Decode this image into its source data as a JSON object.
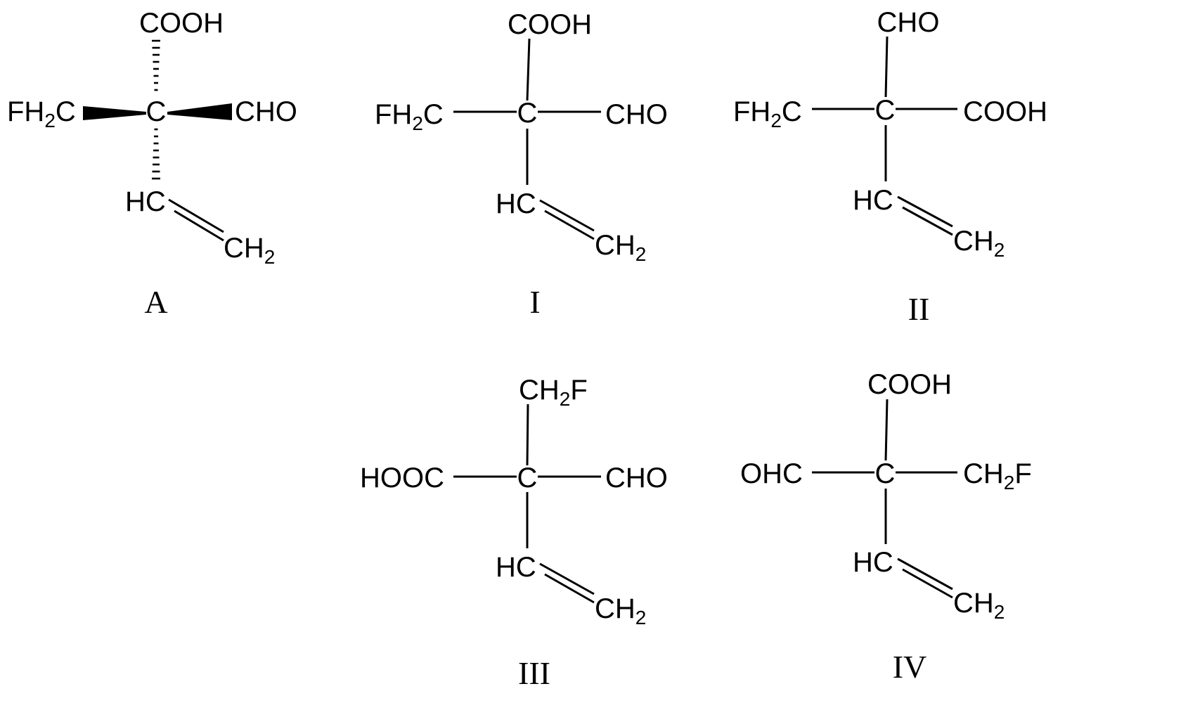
{
  "molecules": [
    {
      "caption": "A",
      "center": "C",
      "top": {
        "main": "COOH"
      },
      "left": {
        "main": "FH",
        "sub": "2",
        "tail": "C"
      },
      "right": {
        "main": "CHO"
      },
      "vinyl_ch": "HC",
      "vinyl_ch2": {
        "main": "CH",
        "sub": "2"
      },
      "stereo": "wedge-dash"
    },
    {
      "caption": "I",
      "center": "C",
      "top": {
        "main": "COOH"
      },
      "left": {
        "main": "FH",
        "sub": "2",
        "tail": "C"
      },
      "right": {
        "main": "CHO"
      },
      "vinyl_ch": "HC",
      "vinyl_ch2": {
        "main": "CH",
        "sub": "2"
      },
      "stereo": "plain"
    },
    {
      "caption": "II",
      "center": "C",
      "top": {
        "main": "CHO"
      },
      "left": {
        "main": "FH",
        "sub": "2",
        "tail": "C"
      },
      "right": {
        "main": "COOH"
      },
      "vinyl_ch": "HC",
      "vinyl_ch2": {
        "main": "CH",
        "sub": "2"
      },
      "stereo": "plain"
    },
    {
      "caption": "III",
      "center": "C",
      "top": {
        "main": "CH",
        "sub": "2",
        "tail": "F"
      },
      "left": {
        "main": "HOOC"
      },
      "right": {
        "main": "CHO"
      },
      "vinyl_ch": "HC",
      "vinyl_ch2": {
        "main": "CH",
        "sub": "2"
      },
      "stereo": "plain"
    },
    {
      "caption": "IV",
      "center": "C",
      "top": {
        "main": "COOH"
      },
      "left": {
        "main": "OHC"
      },
      "right": {
        "main": "CH",
        "sub": "2",
        "tail": "F"
      },
      "vinyl_ch": "HC",
      "vinyl_ch2": {
        "main": "CH",
        "sub": "2"
      },
      "stereo": "plain"
    }
  ]
}
